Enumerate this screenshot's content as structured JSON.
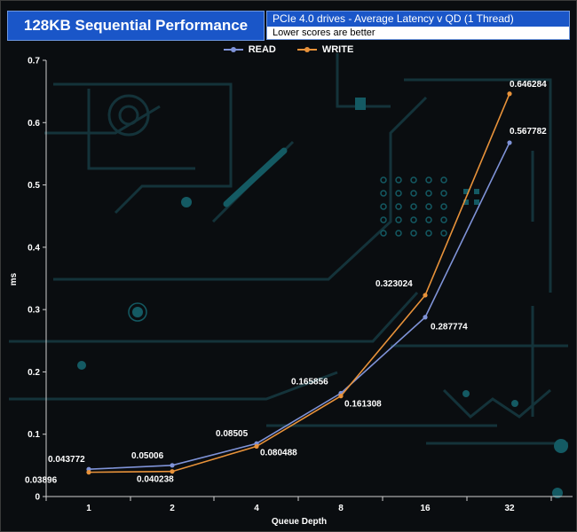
{
  "header": {
    "title": "128KB Sequential Performance",
    "subtitle": "PCIe 4.0 drives - Average Latency v QD (1 Thread)",
    "note": "Lower scores are better"
  },
  "chart_data": {
    "type": "line",
    "categories": [
      "1",
      "2",
      "4",
      "8",
      "16",
      "32"
    ],
    "series": [
      {
        "name": "READ",
        "color": "#7f93d8",
        "values": [
          0.043772,
          0.05006,
          0.08505,
          0.165856,
          0.287774,
          0.567782
        ],
        "labels": [
          "0.043772",
          "0.05006",
          "0.08505",
          "0.165856",
          "0.287774",
          "0.567782"
        ]
      },
      {
        "name": "WRITE",
        "color": "#e8923a",
        "values": [
          0.03896,
          0.040238,
          0.080488,
          0.161308,
          0.323024,
          0.646284
        ],
        "labels": [
          "0.03896",
          "0.040238",
          "0.080488",
          "0.161308",
          "0.323024",
          "0.646284"
        ]
      }
    ],
    "xlabel": "Queue Depth",
    "ylabel": "ms",
    "ylim": [
      0,
      0.7
    ],
    "yticks": [
      "0",
      "0.1",
      "0.2",
      "0.3",
      "0.4",
      "0.5",
      "0.6",
      "0.7"
    ],
    "legend": "top-center",
    "grid": false
  }
}
